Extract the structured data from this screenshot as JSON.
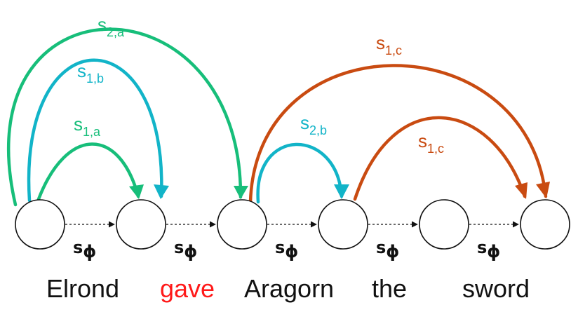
{
  "colors": {
    "green": "#17be7a",
    "teal": "#12b4c8",
    "orange": "#c94b11",
    "highlight": "#ff1a1a",
    "ink": "#111111"
  },
  "tokens": [
    {
      "word": "Elrond",
      "highlight": false
    },
    {
      "word": "gave",
      "highlight": true
    },
    {
      "word": "Aragorn",
      "highlight": false
    },
    {
      "word": "the",
      "highlight": false
    },
    {
      "word": "sword",
      "highlight": false
    }
  ],
  "sequence_label": {
    "base": "s",
    "sub": "ϕ"
  },
  "arcs": [
    {
      "id": "s2a",
      "from": 0,
      "to": 2,
      "color": "green",
      "label_base": "s",
      "label_sub": "2,a"
    },
    {
      "id": "s1b",
      "from": 0,
      "to": 1,
      "color": "teal",
      "label_base": "s",
      "label_sub": "1,b"
    },
    {
      "id": "s1a",
      "from": 0,
      "to": 1,
      "color": "green",
      "label_base": "s",
      "label_sub": "1,a"
    },
    {
      "id": "s1c-outer",
      "from": 2,
      "to": 5,
      "color": "orange",
      "label_base": "s",
      "label_sub": "1,c"
    },
    {
      "id": "s2b",
      "from": 2,
      "to": 3,
      "color": "teal",
      "label_base": "s",
      "label_sub": "2,b"
    },
    {
      "id": "s1c-inner",
      "from": 3,
      "to": 5,
      "color": "orange",
      "label_base": "s",
      "label_sub": "1,c"
    }
  ]
}
